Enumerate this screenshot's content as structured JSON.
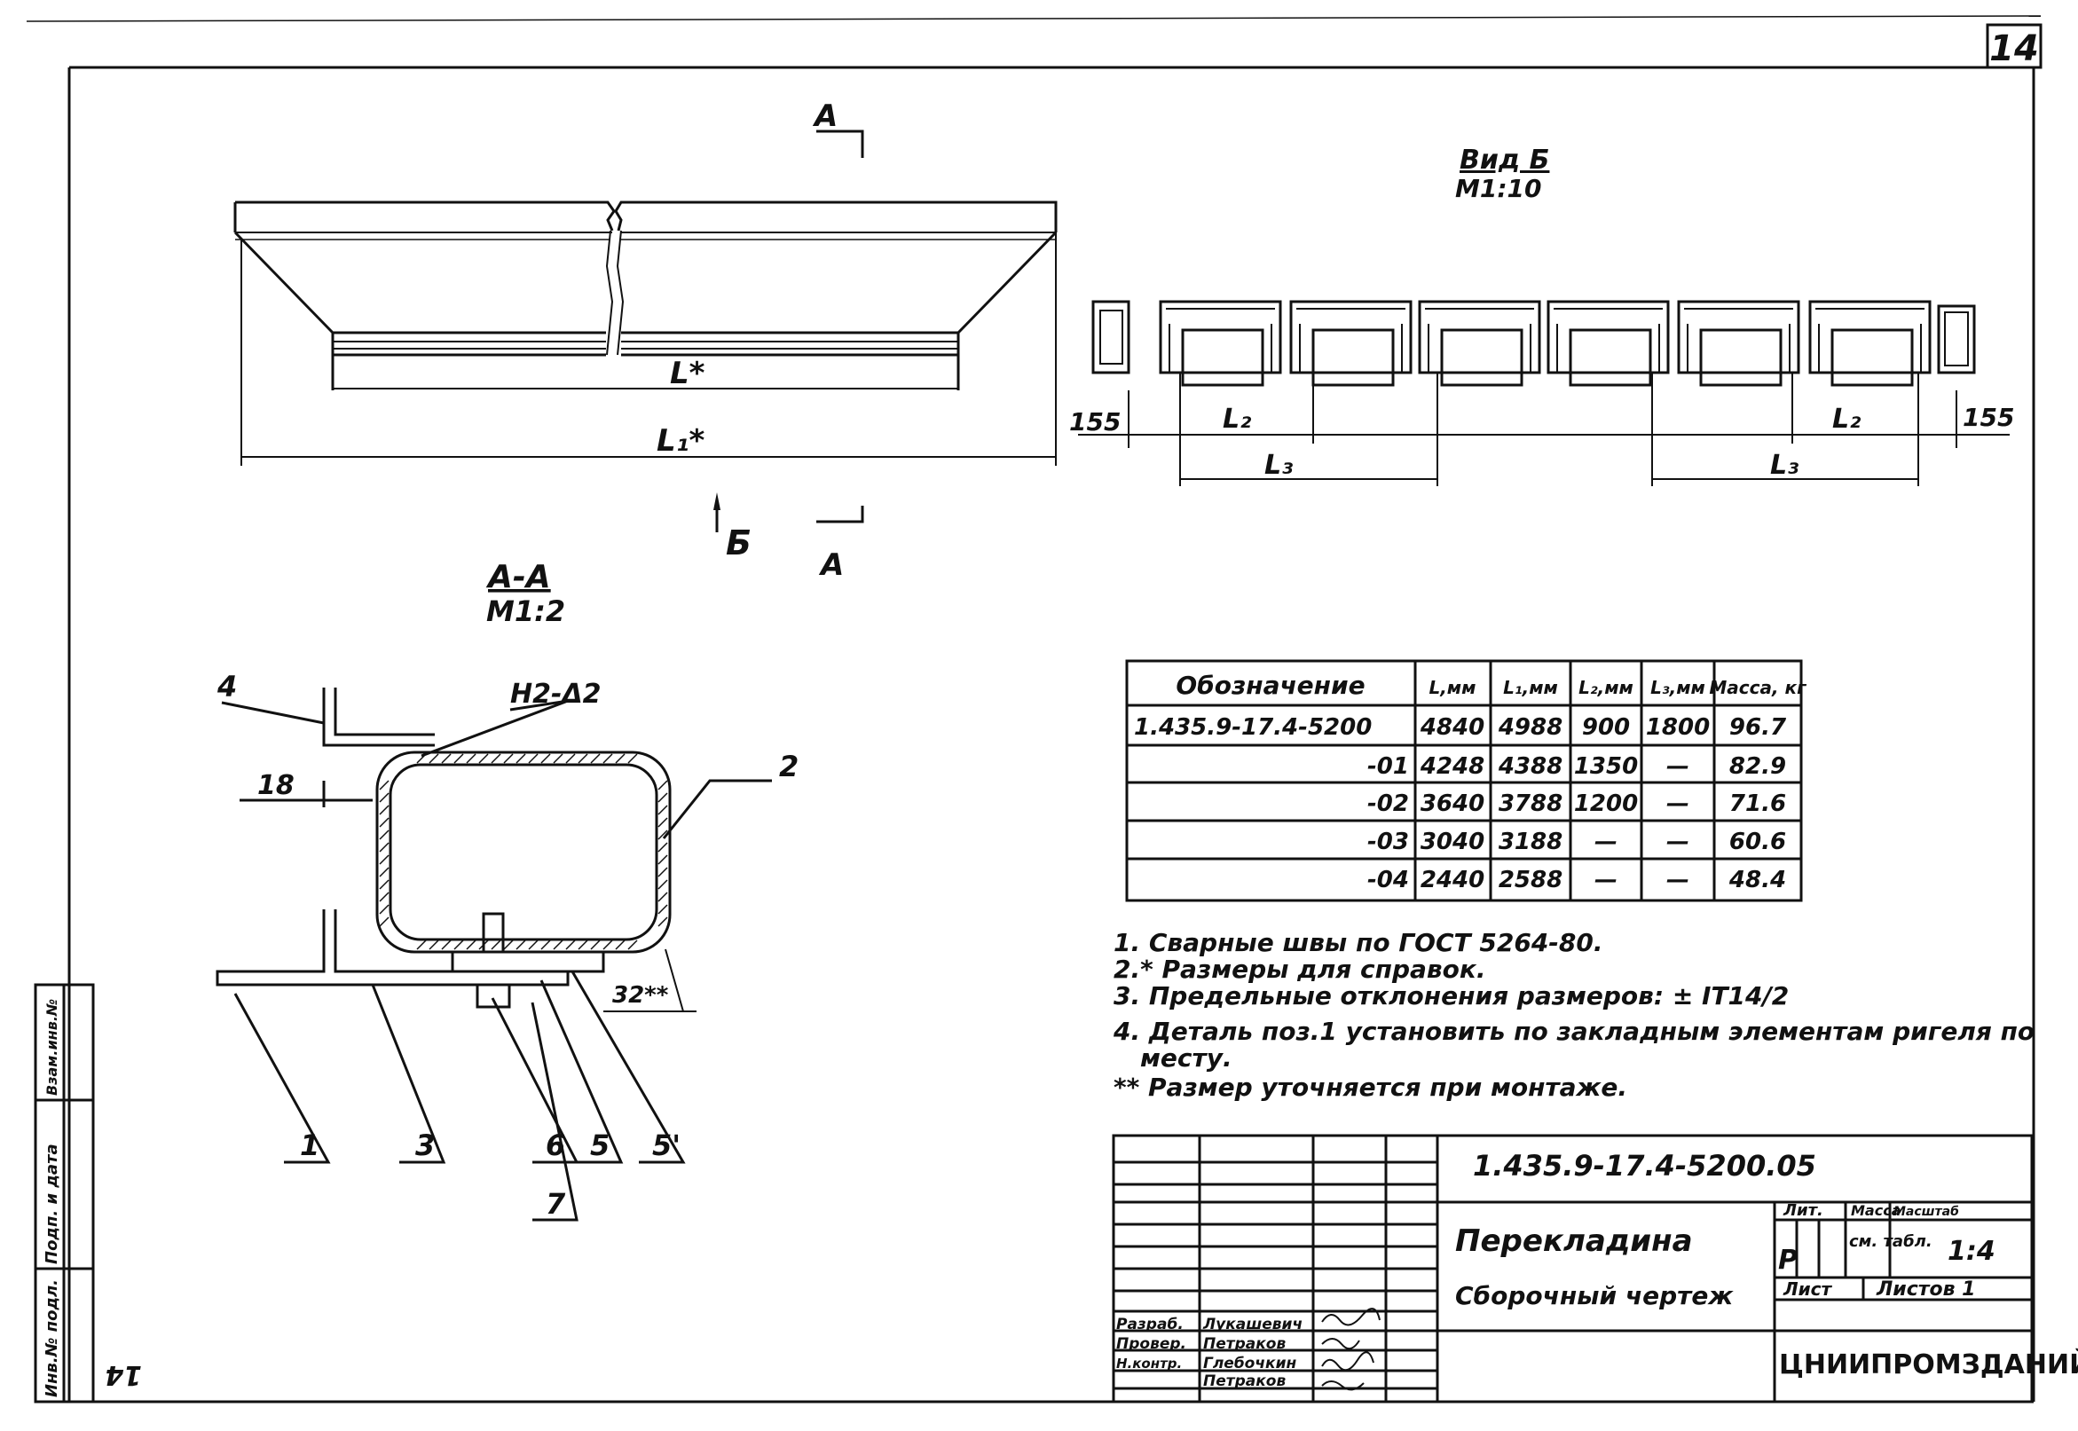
{
  "sheet_number": "14",
  "page_mark_bottom": "14",
  "views": {
    "elevation": {
      "section_mark": "А",
      "view_mark": "Б",
      "dim_L": "L*",
      "dim_L1": "L₁*"
    },
    "view_b": {
      "title": "Вид Б",
      "scale": "М1:10",
      "dim_155_left": "155",
      "dim_155_right": "155",
      "dim_L2_left": "L₂",
      "dim_L2_right": "L₂",
      "dim_L3_left": "L₃",
      "dim_L3_right": "L₃"
    },
    "section_aa": {
      "title": "А-А",
      "scale": "М1:2",
      "weld_mark": "Н2-Δ2",
      "dim_18": "18",
      "dim_32": "32**",
      "callouts": [
        "1",
        "3",
        "6",
        "7",
        "5",
        "5'",
        "2",
        "4"
      ]
    }
  },
  "table": {
    "headers": [
      "Обозначение",
      "L,мм",
      "L₁,мм",
      "L₂,мм",
      "L₃,мм",
      "Масса, кг"
    ],
    "rows": [
      [
        "1.435.9-17.4-5200",
        "4840",
        "4988",
        "900",
        "1800",
        "96.7"
      ],
      [
        "-01",
        "4248",
        "4388",
        "1350",
        "—",
        "82.9"
      ],
      [
        "-02",
        "3640",
        "3788",
        "1200",
        "—",
        "71.6"
      ],
      [
        "-03",
        "3040",
        "3188",
        "—",
        "—",
        "60.6"
      ],
      [
        "-04",
        "2440",
        "2588",
        "—",
        "—",
        "48.4"
      ]
    ]
  },
  "notes": [
    "1. Сварные швы по ГОСТ 5264-80.",
    "2.* Размеры для справок.",
    "3. Предельные отклонения размеров: ± IT14/2",
    "4. Деталь поз.1 установить по закладным элементам ригеля по",
    "месту.",
    "** Размер уточняется при монтаже."
  ],
  "title_block": {
    "document_code": "1.435.9-17.4-5200.05",
    "item_name": "Перекладина",
    "drawing_type": "Сборочный чертеж",
    "lit_header": "Лит.",
    "mass_header": "Масса",
    "scale_header": "Масштаб",
    "lit_value": "Р",
    "mass_value": "см. табл.",
    "scale_value": "1:4",
    "sheet_label": "Лист",
    "sheets_label": "Листов 1",
    "organization": "ЦНИИПРОМЗДАНИЙ",
    "signatures": [
      {
        "role": "Разраб.",
        "name": "Лукашевич"
      },
      {
        "role": "Провер.",
        "name": "Петраков"
      },
      {
        "role": "Н.контр.",
        "name": "Глебочкин"
      },
      {
        "role": "",
        "name": "Петраков"
      }
    ]
  },
  "side_stamp": [
    "Инв.№ подл.",
    "Подп. и дата",
    "Взам.инв.№"
  ]
}
